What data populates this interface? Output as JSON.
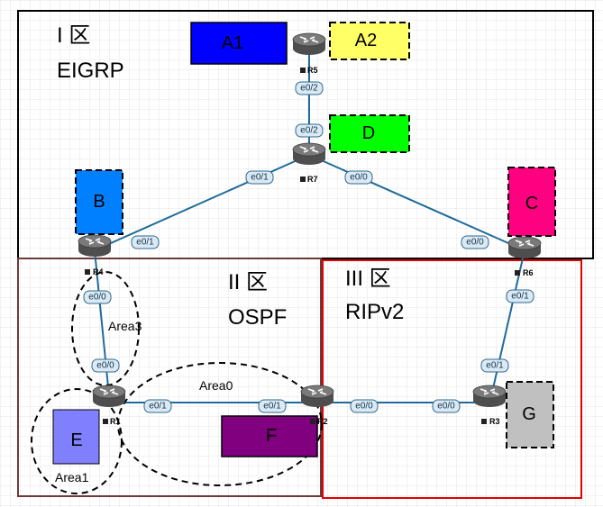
{
  "zones": {
    "zone1": {
      "title": "I 区",
      "protocol": "EIGRP",
      "border_color": "#000000"
    },
    "zone2": {
      "title": "II 区",
      "protocol": "OSPF",
      "border_color": "#6b3b3b"
    },
    "zone3": {
      "title": "III 区",
      "protocol": "RIPv2",
      "border_color": "#e00000"
    }
  },
  "areas": {
    "area0": "Area0",
    "area1": "Area1",
    "area3": "Area3"
  },
  "routers": {
    "r5": "R5",
    "r7": "R7",
    "r4": "R4",
    "r6": "R6",
    "r1": "R1",
    "r2": "R2",
    "r3": "R3"
  },
  "boxes": {
    "a1": {
      "label": "A1",
      "color": "#0000ff"
    },
    "a2": {
      "label": "A2",
      "color": "#ffff66"
    },
    "d": {
      "label": "D",
      "color": "#00ff00"
    },
    "b": {
      "label": "B",
      "color": "#0080ff"
    },
    "c": {
      "label": "C",
      "color": "#ff0080"
    },
    "e": {
      "label": "E",
      "color": "#8080ff"
    },
    "f": {
      "label": "F",
      "color": "#800080"
    },
    "g": {
      "label": "G",
      "color": "#c0c0c0"
    }
  },
  "interfaces": {
    "r5_down": "e0/2",
    "r7_up": "e0/2",
    "r7_left": "e0/1",
    "r7_right": "e0/0",
    "r4_right": "e0/1",
    "r6_left": "e0/0",
    "r4_down": "e0/0",
    "r1_up": "e0/0",
    "r1_right": "e0/1",
    "r2_left": "e0/1",
    "r2_right": "e0/0",
    "r3_left": "e0/0",
    "r6_down": "e0/1",
    "r3_up": "e0/1"
  },
  "colors": {
    "link": "#1f6b9a",
    "router_body": "#555555",
    "router_top": "#7a7a7a",
    "interface_fill": "#dce9f2",
    "interface_border": "#2d6a92",
    "grid": "#e6e6e6"
  }
}
